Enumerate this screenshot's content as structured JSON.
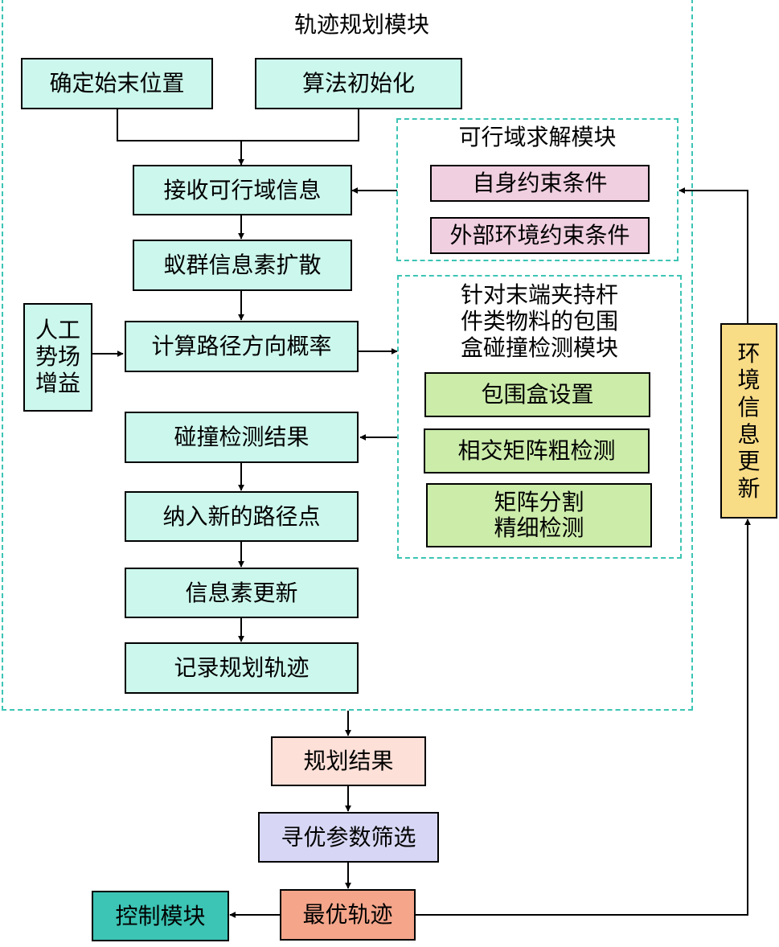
{
  "modules": {
    "trajectory": {
      "title": "轨迹规划模块"
    },
    "feasible": {
      "title": "可行域求解模块"
    },
    "collision": {
      "title": "针对末端夹持杆\n件类物料的包围\n盒碰撞检测模块"
    }
  },
  "boxes": {
    "start_end": "确定始末位置",
    "algo_init": "算法初始化",
    "receive": "接收可行域信息",
    "diffuse": "蚁群信息素扩散",
    "probability": "计算路径方向概率",
    "gain": "人工\n势场\n增益",
    "collision_result": "碰撞检测结果",
    "new_point": "纳入新的路径点",
    "pheromone_update": "信息素更新",
    "record": "记录规划轨迹",
    "self_constraint": "自身约束条件",
    "env_constraint": "外部环境约束条件",
    "bbox_setting": "包围盒设置",
    "coarse_check": "相交矩阵粗检测",
    "fine_check": "矩阵分割\n精细检测",
    "result": "规划结果",
    "param_filter": "寻优参数筛选",
    "optimal": "最优轨迹",
    "control": "控制模块",
    "env_update": "环\n境\n信\n息\n更\n新"
  },
  "colors": {
    "module_border": "#3cc4b4",
    "mint": "#ccf7ec",
    "pink": "#f0cfe0",
    "green": "#ccecaa",
    "peach": "#fde0d8",
    "lavender": "#d7d7f5",
    "salmon": "#f4a58a",
    "teal": "#3cc4b4",
    "yellow": "#f9dc86"
  }
}
